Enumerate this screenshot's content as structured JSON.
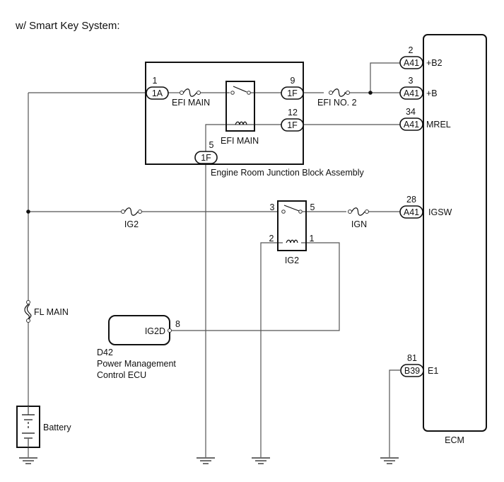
{
  "title": "w/ Smart Key System:",
  "components": {
    "junction_block": {
      "label": "Engine Room Junction Block Assembly"
    },
    "efi_main_fuse": {
      "label": "EFI MAIN"
    },
    "efi_main_relay": {
      "label": "EFI MAIN"
    },
    "efi_no2_fuse": {
      "label": "EFI NO. 2"
    },
    "ig2_fuse": {
      "label": "IG2"
    },
    "ig2_relay": {
      "label": "IG2",
      "pins": {
        "p3": "3",
        "p5": "5",
        "p2": "2",
        "p1": "1"
      }
    },
    "ign_fuse": {
      "label": "IGN"
    },
    "fl_main": {
      "label": "FL MAIN"
    },
    "battery": {
      "label": "Battery"
    },
    "pmc_ecu": {
      "code": "D42",
      "name_line1": "Power Management",
      "name_line2": "Control ECU",
      "terminal": "IG2D",
      "pin": "8"
    },
    "ecm": {
      "label": "ECM"
    }
  },
  "connectors": {
    "jb_1a": {
      "pin": "1",
      "code": "1A"
    },
    "jb_1f_9": {
      "pin": "9",
      "code": "1F"
    },
    "jb_1f_12": {
      "pin": "12",
      "code": "1F"
    },
    "jb_1f_5": {
      "pin": "5",
      "code": "1F"
    },
    "ecm_b2": {
      "pin": "2",
      "code": "A41",
      "signal": "+B2"
    },
    "ecm_b": {
      "pin": "3",
      "code": "A41",
      "signal": "+B"
    },
    "ecm_mrel": {
      "pin": "34",
      "code": "A41",
      "signal": "MREL"
    },
    "ecm_igsw": {
      "pin": "28",
      "code": "A41",
      "signal": "IGSW"
    },
    "ecm_e1": {
      "pin": "81",
      "code": "B39",
      "signal": "E1"
    }
  }
}
